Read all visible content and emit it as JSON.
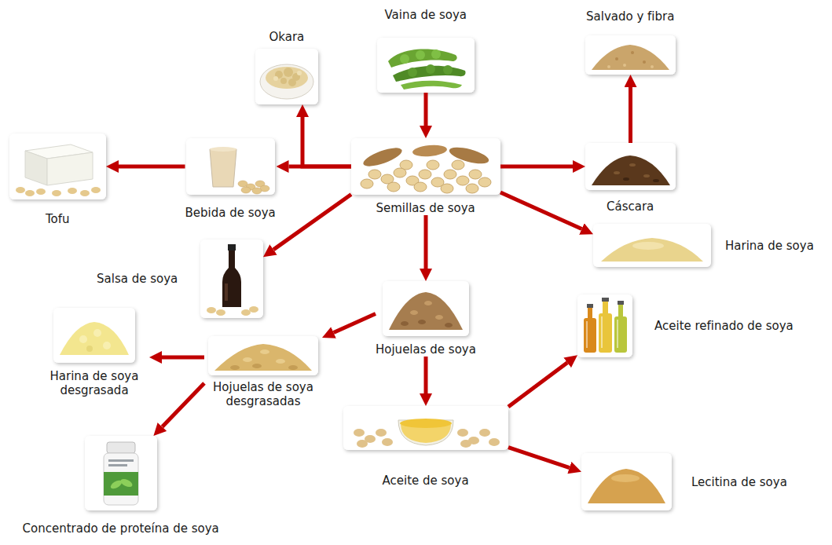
{
  "diagram": {
    "nodes": [
      {
        "text": [
          "Vaina de soya"
        ]
      },
      {
        "text": [
          "Okara"
        ]
      },
      {
        "text": [
          "Salvado y fibra"
        ]
      },
      {
        "text": [
          "Tofu"
        ]
      },
      {
        "text": [
          "Bebida de soya"
        ]
      },
      {
        "text": [
          "Semillas de soya"
        ]
      },
      {
        "text": [
          "Cáscara"
        ]
      },
      {
        "text": [
          "Harina de soya"
        ]
      },
      {
        "text": [
          "Salsa de soya"
        ]
      },
      {
        "text": [
          "Hojuelas de soya"
        ]
      },
      {
        "text": [
          "Aceite refinado de soya"
        ]
      },
      {
        "text": [
          "Harina de soya desgrasada"
        ]
      },
      {
        "text": [
          "Hojuelas de soya desgrasadas"
        ]
      },
      {
        "text": [
          "Aceite de soya"
        ]
      },
      {
        "text": [
          "Lecitina de soya"
        ]
      },
      {
        "text": [
          "Concentrado de proteína de soya"
        ]
      }
    ],
    "edges": [
      {
        "from": 0,
        "to": 5,
        "arrow": "to"
      },
      {
        "from": 5,
        "to": 4,
        "arrow": "to"
      },
      {
        "from": 5,
        "to": 1,
        "arrow": "to"
      },
      {
        "from": 4,
        "to": 3,
        "arrow": "to"
      },
      {
        "from": 5,
        "to": 6,
        "arrow": "to"
      },
      {
        "from": 6,
        "to": 2,
        "arrow": "to"
      },
      {
        "from": 5,
        "to": 7,
        "arrow": "to"
      },
      {
        "from": 5,
        "to": 8,
        "arrow": "to"
      },
      {
        "from": 5,
        "to": 9,
        "arrow": "to"
      },
      {
        "from": 9,
        "to": 12,
        "arrow": "to"
      },
      {
        "from": 12,
        "to": 11,
        "arrow": "to"
      },
      {
        "from": 12,
        "to": 15,
        "arrow": "to"
      },
      {
        "from": 9,
        "to": 13,
        "arrow": "to"
      },
      {
        "from": 13,
        "to": 10,
        "arrow": "to"
      },
      {
        "from": 13,
        "to": 14,
        "arrow": "to"
      }
    ]
  }
}
